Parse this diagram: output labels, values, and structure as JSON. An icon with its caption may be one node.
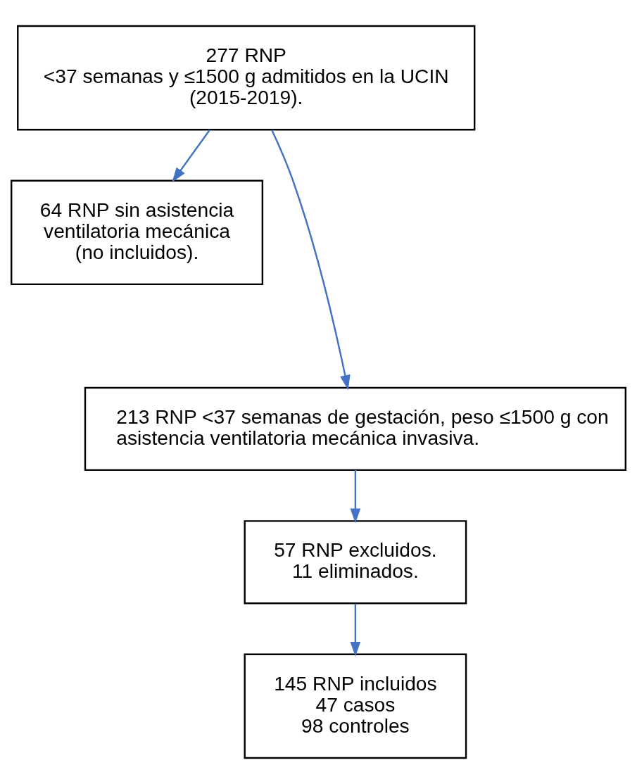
{
  "diagram": {
    "nodes": [
      {
        "text": [
          "277 RNP",
          "<37 semanas y ≤1500 g admitidos en la UCIN (2015-2019)."
        ]
      },
      {
        "text": [
          "64 RNP sin asistencia ventilatoria mecánica",
          "(no incluidos)."
        ]
      },
      {
        "text": [
          "213 RNP <37 semanas de gestación, peso ≤1500 g con asistencia ventilatoria mecánica invasiva."
        ]
      },
      {
        "text": [
          "57 RNP excluidos.",
          "11 eliminados."
        ]
      },
      {
        "text": [
          "145 RNP incluidos",
          "47 casos",
          "98 controles"
        ]
      }
    ],
    "edges": [
      {
        "from": 0,
        "to": 1,
        "arrow": "to"
      },
      {
        "from": 0,
        "to": 2,
        "arrow": "to"
      },
      {
        "from": 2,
        "to": 3,
        "arrow": "to"
      },
      {
        "from": 3,
        "to": 4,
        "arrow": "to"
      }
    ]
  }
}
